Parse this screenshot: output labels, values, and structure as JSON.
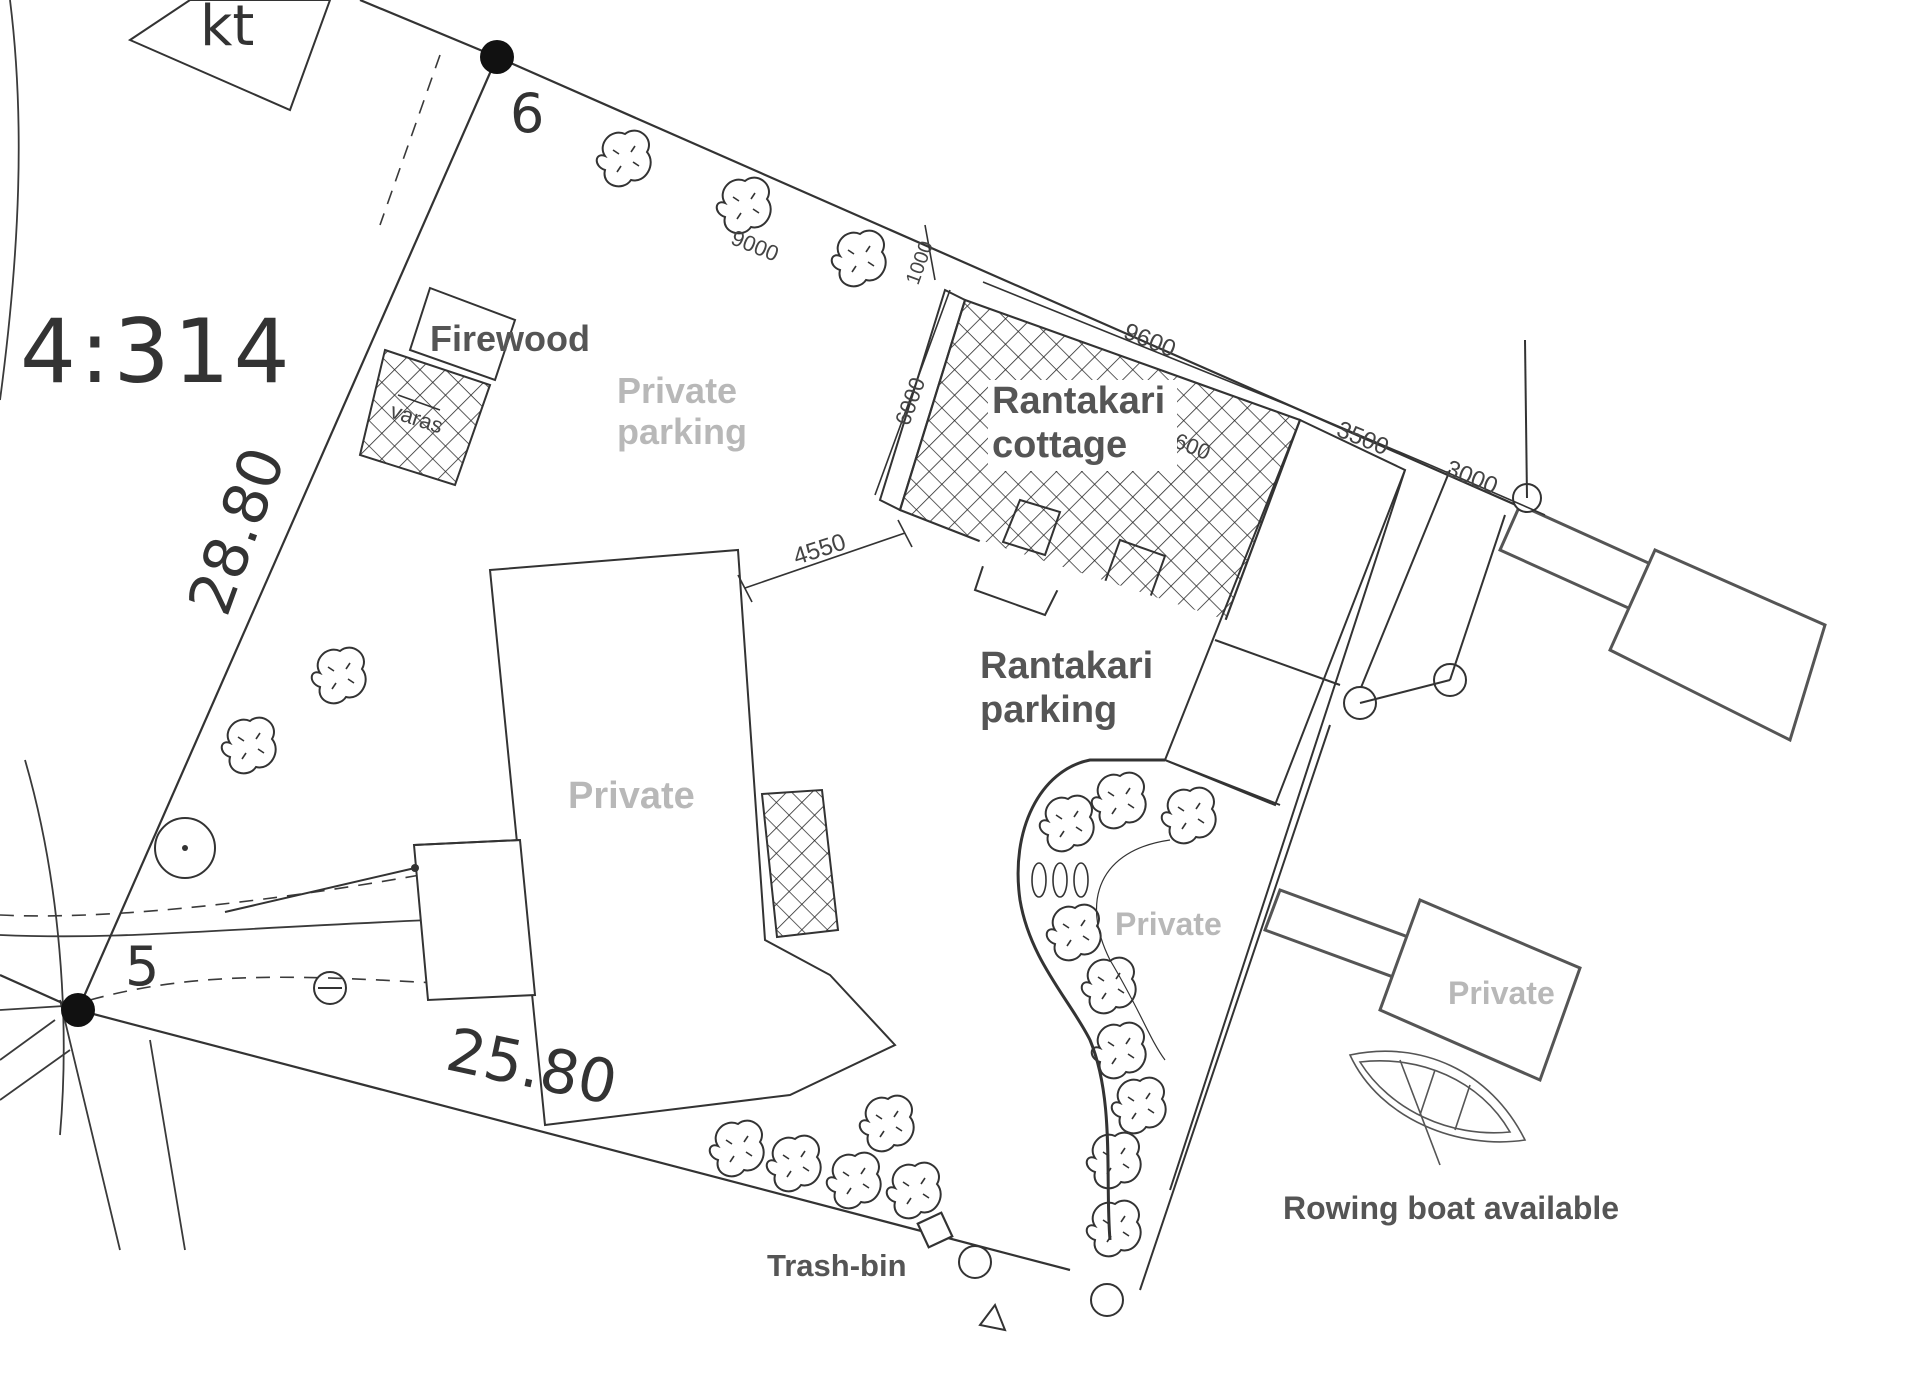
{
  "labels": {
    "firewood": "Firewood",
    "vaja": "varas",
    "private_parking_1": "Private",
    "private_parking_2": "parking",
    "cottage_1": "Rantakari",
    "cottage_2": "cottage",
    "rantakari_parking_1": "Rantakari",
    "rantakari_parking_2": "parking",
    "private_house": "Private",
    "private_garden": "Private",
    "private_pier": "Private",
    "boat": "Rowing boat available",
    "trash": "Trash-bin"
  },
  "plan_text": {
    "kt": "kt",
    "parcel": "4:314",
    "side_left": "28.80",
    "side_bottom": "25.80",
    "point_6": "6",
    "point_5": "5"
  },
  "dimensions": {
    "d9000": "9000",
    "d1000": "1000",
    "d9600": "9600",
    "d6000": "6000",
    "d3500": "3500",
    "d3000": "3000",
    "d4550": "4550",
    "d600": "600"
  },
  "colors": {
    "line": "#3a3a3a",
    "hatch": "#2a2a2a",
    "label_dark": "#555555",
    "label_light": "#b8b8b8"
  }
}
